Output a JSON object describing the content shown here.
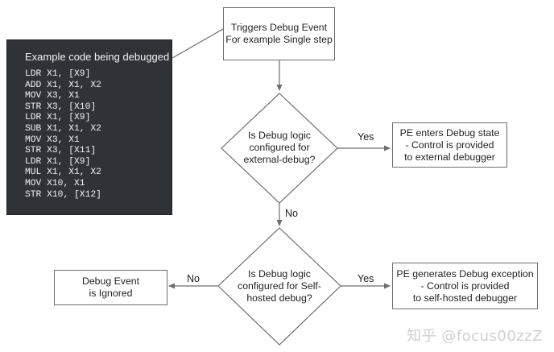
{
  "code_panel": {
    "title": "Example code being debugged",
    "lines": [
      "LDR X1, [X9]",
      "ADD X1, X1, X2",
      "MOV X3, X1",
      "STR X3, [X10]",
      "LDR X1, [X9]",
      "SUB X1, X1, X2",
      "MOV X3, X1",
      "STR X3, [X11]",
      "LDR X1, [X9]",
      "MUL X1, X1, X2",
      "MOV X10, X1",
      "STR X10, [X12]"
    ]
  },
  "nodes": {
    "trigger": {
      "line1": "Triggers Debug Event",
      "line2": "For example Single step"
    },
    "decision_external": {
      "line1": "Is Debug logic",
      "line2": "configured for",
      "line3": "external-debug?"
    },
    "external_state": {
      "line1": "PE enters Debug state",
      "line2": "- Control is provided",
      "line3": "to external debugger"
    },
    "decision_self": {
      "line1": "Is Debug logic",
      "line2": "configured for Self-",
      "line3": "hosted debug?"
    },
    "self_exception": {
      "line1": "PE generates Debug exception",
      "line2": "- Control is provided",
      "line3": "to self-hosted debugger"
    },
    "ignored": {
      "line1": "Debug Event",
      "line2": "is Ignored"
    }
  },
  "edges": {
    "yes_external": "Yes",
    "no_external": "No",
    "yes_self": "Yes",
    "no_self": "No"
  },
  "watermark": "知乎 @focus00zzZ",
  "colors": {
    "code_bg": "#2f3337",
    "code_text": "#f2f2f2",
    "line": "#6d6d6d",
    "watermark": "#cfcfcf"
  }
}
